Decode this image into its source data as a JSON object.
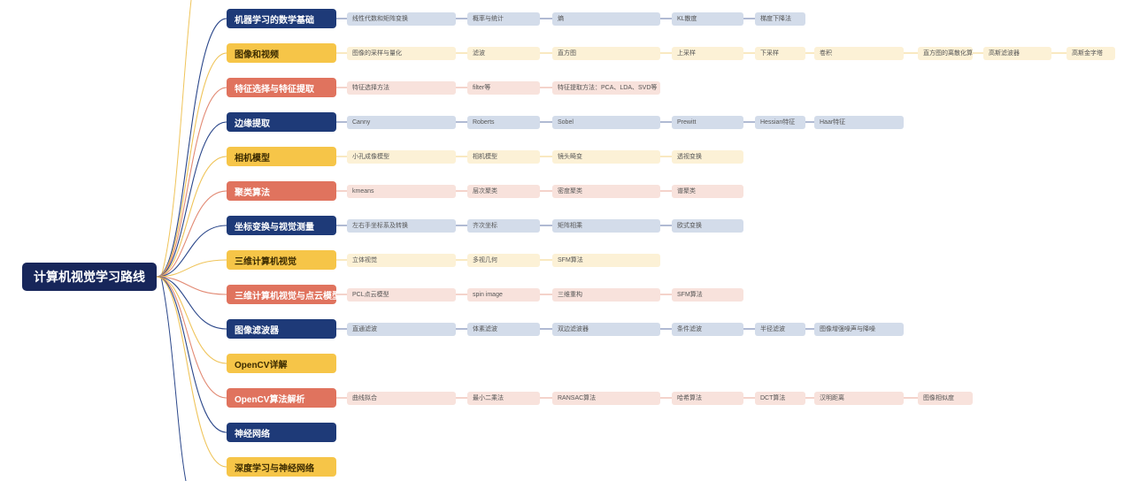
{
  "title": "计算机视觉学习路线",
  "colors": {
    "navy": "#1e3a78",
    "yellow": "#f6c548",
    "coral": "#e0735e",
    "root": "#17265a",
    "navy_leaf": "#d3dcea",
    "yellow_leaf": "#fcf1d6",
    "coral_leaf": "#f8e2dc",
    "wire_navy": "#2b478a",
    "wire_yellow": "#efc45a",
    "wire_coral": "#e28a74"
  },
  "branches": [
    {
      "label": "机器学习的数学基础",
      "color": "navy",
      "children": [
        "线性代数和矩阵变换",
        "概率与统计",
        "熵",
        "KL散度",
        "梯度下降法"
      ]
    },
    {
      "label": "图像和视频",
      "color": "yellow",
      "children": [
        "图像的采样与量化",
        "滤波",
        "直方图",
        "上采样",
        "下采样",
        "卷积",
        "直方图的离散化算法",
        "高斯滤波器",
        "高斯金字塔"
      ]
    },
    {
      "label": "特征选择与特征提取",
      "color": "coral",
      "children": [
        "特征选择方法",
        "filter等",
        "特征提取方法：PCA、LDA、SVD等"
      ]
    },
    {
      "label": "边缘提取",
      "color": "navy",
      "children": [
        "Canny",
        "Roberts",
        "Sobel",
        "Prewitt",
        "Hessian特征",
        "Haar特征"
      ]
    },
    {
      "label": "相机模型",
      "color": "yellow",
      "children": [
        "小孔成像模型",
        "相机模型",
        "镜头畸变",
        "透视变换"
      ]
    },
    {
      "label": "聚类算法",
      "color": "coral",
      "children": [
        "kmeans",
        "层次聚类",
        "密度聚类",
        "谱聚类"
      ]
    },
    {
      "label": "坐标变换与视觉测量",
      "color": "navy",
      "children": [
        "左右手坐标系及转换",
        "齐次坐标",
        "矩阵相乘",
        "欧式变换"
      ]
    },
    {
      "label": "三维计算机视觉",
      "color": "yellow",
      "children": [
        "立体视觉",
        "多视几何",
        "SFM算法"
      ]
    },
    {
      "label": "三维计算机视觉与点云模型",
      "color": "coral",
      "children": [
        "PCL点云模型",
        "spin image",
        "三维重构",
        "SFM算法"
      ]
    },
    {
      "label": "图像滤波器",
      "color": "navy",
      "children": [
        "直通滤波",
        "体素滤波",
        "双边滤波器",
        "条件滤波",
        "半径滤波",
        "图像增强噪声与降噪"
      ]
    },
    {
      "label": "OpenCV详解",
      "color": "yellow",
      "children": []
    },
    {
      "label": "OpenCV算法解析",
      "color": "coral",
      "children": [
        "曲线拟合",
        "最小二乘法",
        "RANSAC算法",
        "哈希算法",
        "DCT算法",
        "汉明距离",
        "图像相似度"
      ]
    },
    {
      "label": "神经网络",
      "color": "navy",
      "children": []
    },
    {
      "label": "深度学习与神经网络",
      "color": "yellow",
      "children": []
    }
  ]
}
